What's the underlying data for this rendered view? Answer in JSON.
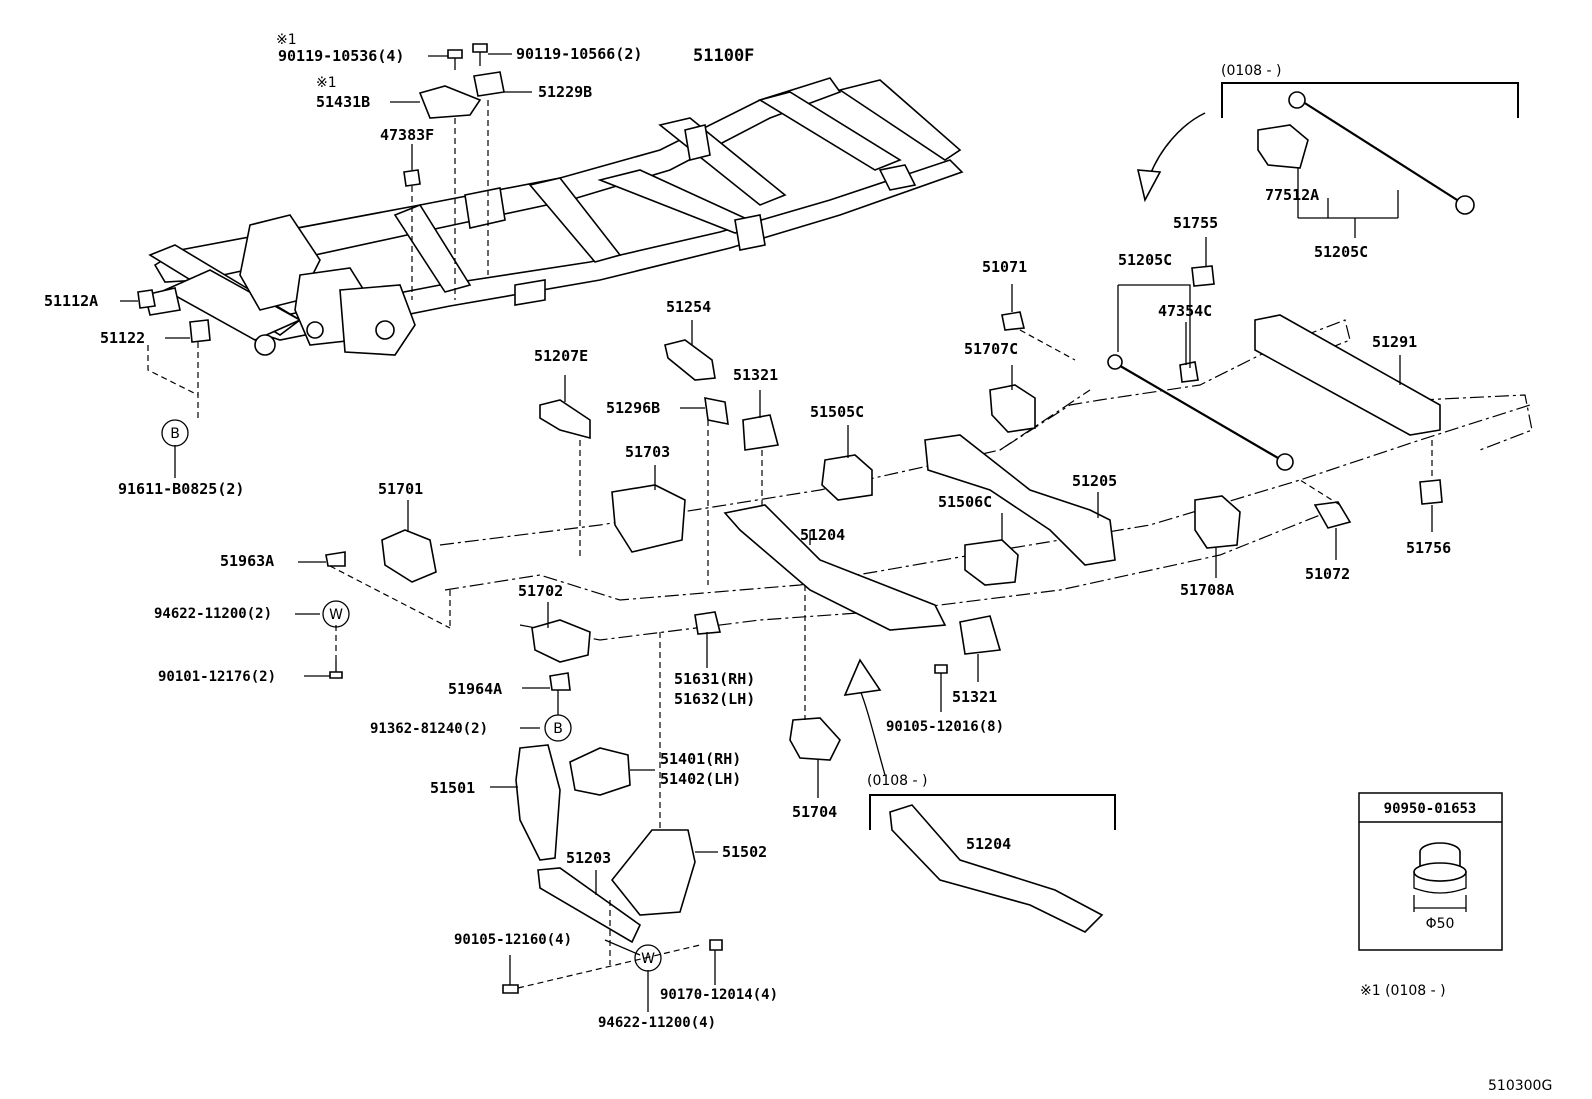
{
  "diagram_code": "510300G",
  "callouts": {
    "c90119_10536": "90119-10536(4)",
    "c90119_10566": "90119-10566(2)",
    "c51100F": "51100F",
    "c51431B": "51431B",
    "c51229B": "51229B",
    "c47383F": "47383F",
    "c51112A": "51112A",
    "c51122": "51122",
    "c91611": "91611-B0825(2)",
    "c51207E": "51207E",
    "c51254": "51254",
    "c51296B": "51296B",
    "c51321a": "51321",
    "c51703": "51703",
    "c51505C": "51505C",
    "c51701": "51701",
    "c51963A": "51963A",
    "c94622a": "94622-11200(2)",
    "c90101": "90101-12176(2)",
    "c51702": "51702",
    "c51964A": "51964A",
    "c91362": "91362-81240(2)",
    "c51501": "51501",
    "c51401": "51401(RH)",
    "c51402": "51402(LH)",
    "c51203": "51203",
    "c51502": "51502",
    "c90105_12160": "90105-12160(4)",
    "c90170": "90170-12014(4)",
    "c94622b": "94622-11200(4)",
    "c51631": "51631(RH)",
    "c51632": "51632(LH)",
    "c51204a": "51204",
    "c51704": "51704",
    "c90105_12016": "90105-12016(8)",
    "c51321b": "51321",
    "c51071": "51071",
    "c51707C": "51707C",
    "c51506C": "51506C",
    "c51205": "51205",
    "c51205Ca": "51205C",
    "c51755": "51755",
    "c47354C": "47354C",
    "c51291": "51291",
    "c51708A": "51708A",
    "c51072": "51072",
    "c51756": "51756",
    "c77512A": "77512A",
    "c51205Cb": "51205C",
    "c51204b": "51204"
  },
  "notes": {
    "star1_a": "※1",
    "star1_b": "※1",
    "date_top": "(0108 -        )",
    "date_bottom": "(0108 -        )",
    "star1_footnote": "※1 (0108 -        )"
  },
  "markers": {
    "B": "B",
    "W": "W"
  },
  "inset": {
    "part_number": "90950-01653",
    "dimension": "Φ50"
  }
}
